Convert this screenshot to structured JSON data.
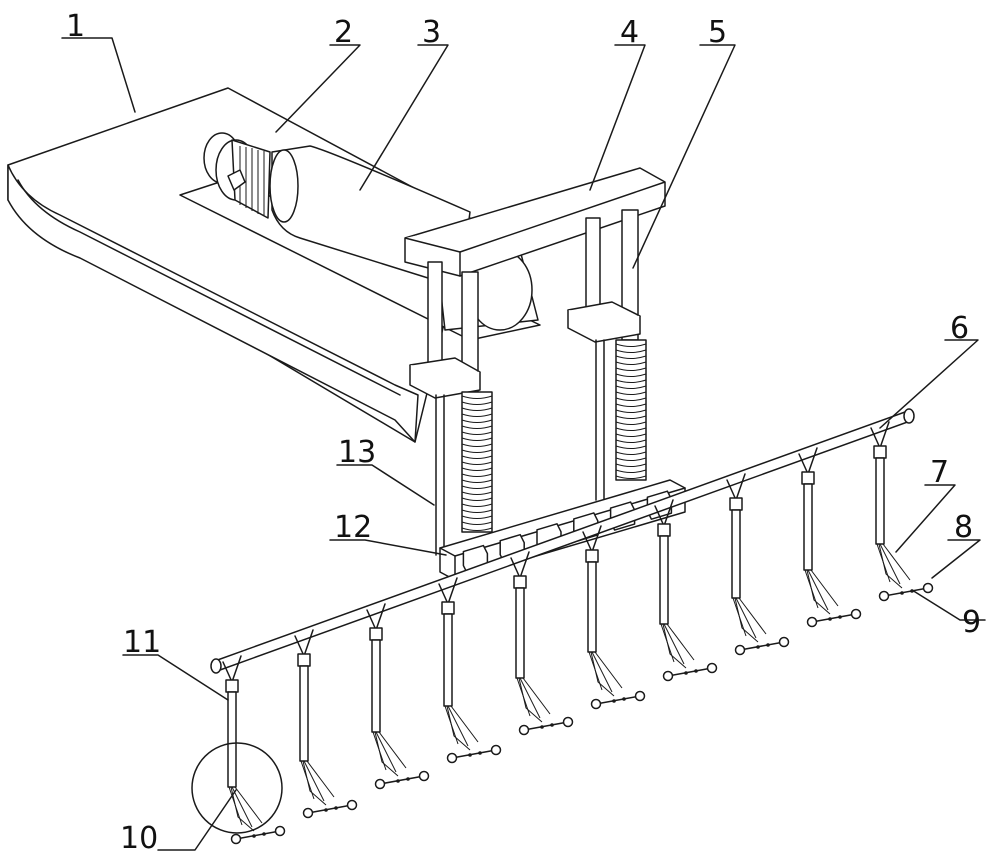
{
  "figure": {
    "labels": [
      {
        "id": "1",
        "text": "1"
      },
      {
        "id": "2",
        "text": "2"
      },
      {
        "id": "3",
        "text": "3"
      },
      {
        "id": "4",
        "text": "4"
      },
      {
        "id": "5",
        "text": "5"
      },
      {
        "id": "6",
        "text": "6"
      },
      {
        "id": "7",
        "text": "7"
      },
      {
        "id": "8",
        "text": "8"
      },
      {
        "id": "9",
        "text": "9"
      },
      {
        "id": "10",
        "text": "10"
      },
      {
        "id": "11",
        "text": "11"
      },
      {
        "id": "12",
        "text": "12"
      },
      {
        "id": "13",
        "text": "13"
      }
    ],
    "tine_count": 10
  }
}
